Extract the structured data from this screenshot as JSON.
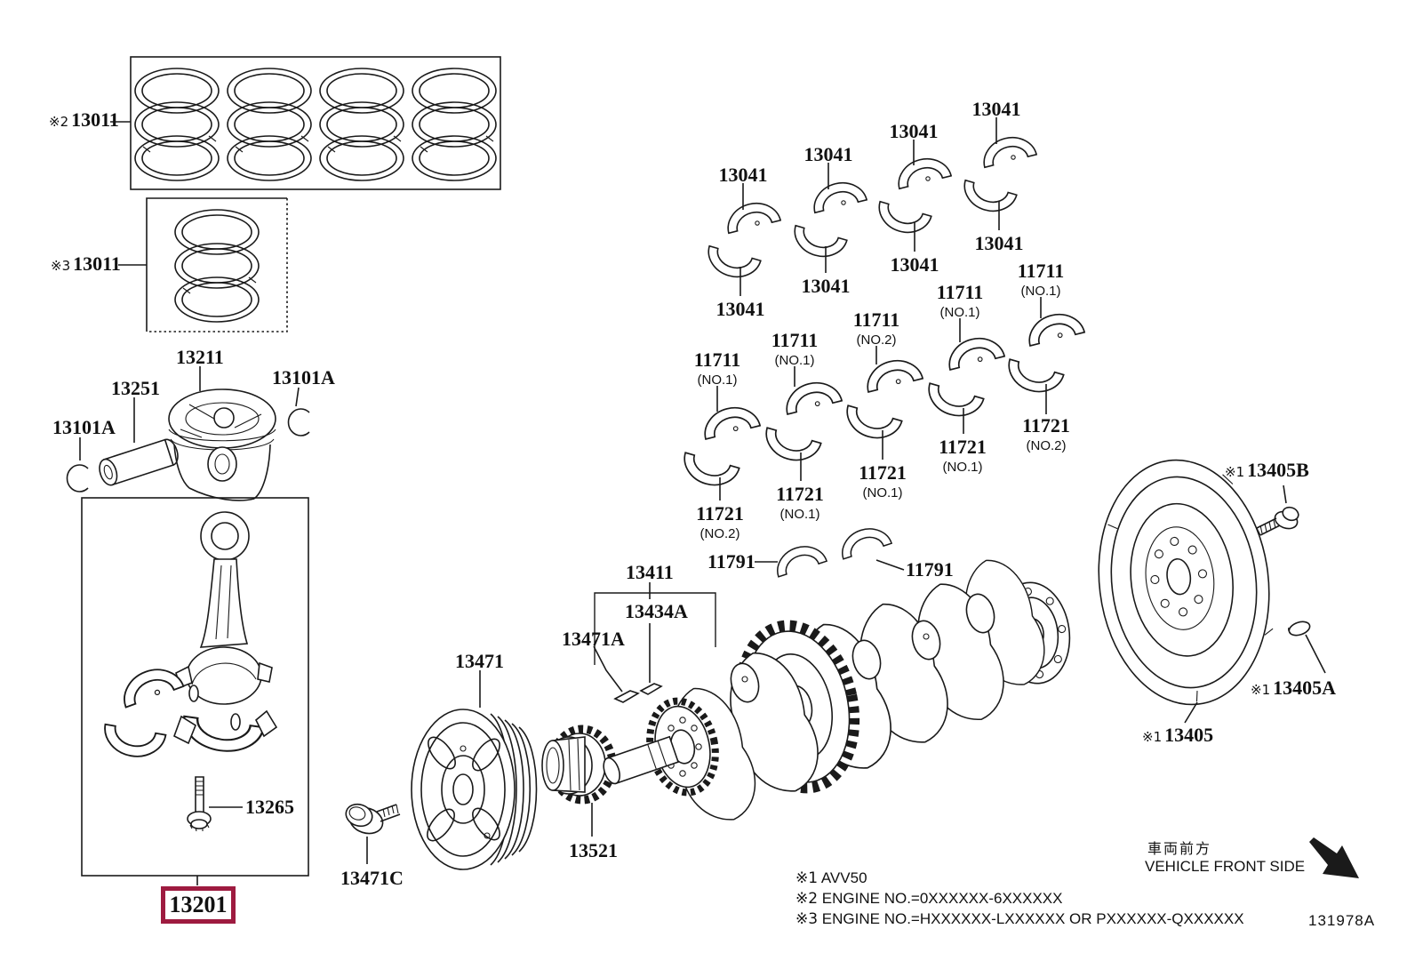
{
  "doc": {
    "drawing_code": "131978A",
    "selected_part_number": "13201",
    "highlight_color": "#9e1b40",
    "line_color": "#1a1a1a",
    "background_color": "#ffffff"
  },
  "callouts": {
    "piston_ring_set_x4": {
      "ref": "※2",
      "number": "13011"
    },
    "piston_ring_set_x1": {
      "ref": "※3",
      "number": "13011"
    },
    "piston": {
      "number": "13211"
    },
    "piston_pin": {
      "number": "13251"
    },
    "pin_snap_ring_left": {
      "number": "13101A"
    },
    "pin_snap_ring_right": {
      "number": "13101A"
    },
    "connecting_rod_bolt": {
      "number": "13265"
    },
    "connecting_rod": {
      "number": "13201"
    },
    "crankshaft_pulley": {
      "number": "13471"
    },
    "pulley_bolt": {
      "number": "13471C"
    },
    "crankshaft_timing_sprocket": {
      "number": "13521"
    },
    "crankshaft": {
      "number": "13411"
    },
    "crankshaft_key": {
      "number": "13434A"
    },
    "crankshaft_front_key": {
      "number": "13471A"
    },
    "thrust_washer_left": {
      "number": "11791"
    },
    "thrust_washer_right": {
      "number": "11791"
    },
    "flywheel": {
      "ref": "※1",
      "number": "13405"
    },
    "flywheel_bolt": {
      "ref": "※1",
      "number": "13405B"
    },
    "flywheel_pin": {
      "ref": "※1",
      "number": "13405A"
    }
  },
  "bearing_row1": {
    "t1": "13041",
    "b1": "13041",
    "t2": "13041",
    "b2": "13041",
    "t3": "13041",
    "b3": "13041",
    "t4": "13041",
    "b4": "13041"
  },
  "bearing_row2": {
    "t1_num": "11711",
    "t1_no": "(NO.1)",
    "b1_num": "11721",
    "b1_no": "(NO.2)",
    "t2_num": "11711",
    "t2_no": "(NO.1)",
    "b2_num": "11721",
    "b2_no": "(NO.1)",
    "t3_num": "11711",
    "t3_no": "(NO.2)",
    "b3_num": "11721",
    "b3_no": "(NO.1)",
    "t4_num": "11711",
    "t4_no": "(NO.1)",
    "b4_num": "11721",
    "b4_no": "(NO.1)",
    "t5_num": "11711",
    "t5_no": "(NO.1)",
    "b5_num": "11721",
    "b5_no": "(NO.2)"
  },
  "footer": {
    "note1_ref": "※1",
    "note1_text": "AVV50",
    "note2_ref": "※2",
    "note2_text": "ENGINE NO.=0XXXXXX-6XXXXXX",
    "note3_ref": "※3",
    "note3_text": "ENGINE NO.=HXXXXXX-LXXXXXX OR PXXXXXX-QXXXXXX",
    "front_side_jp": "車両前方",
    "front_side_en": "VEHICLE FRONT SIDE",
    "drawing_code": "131978A"
  }
}
